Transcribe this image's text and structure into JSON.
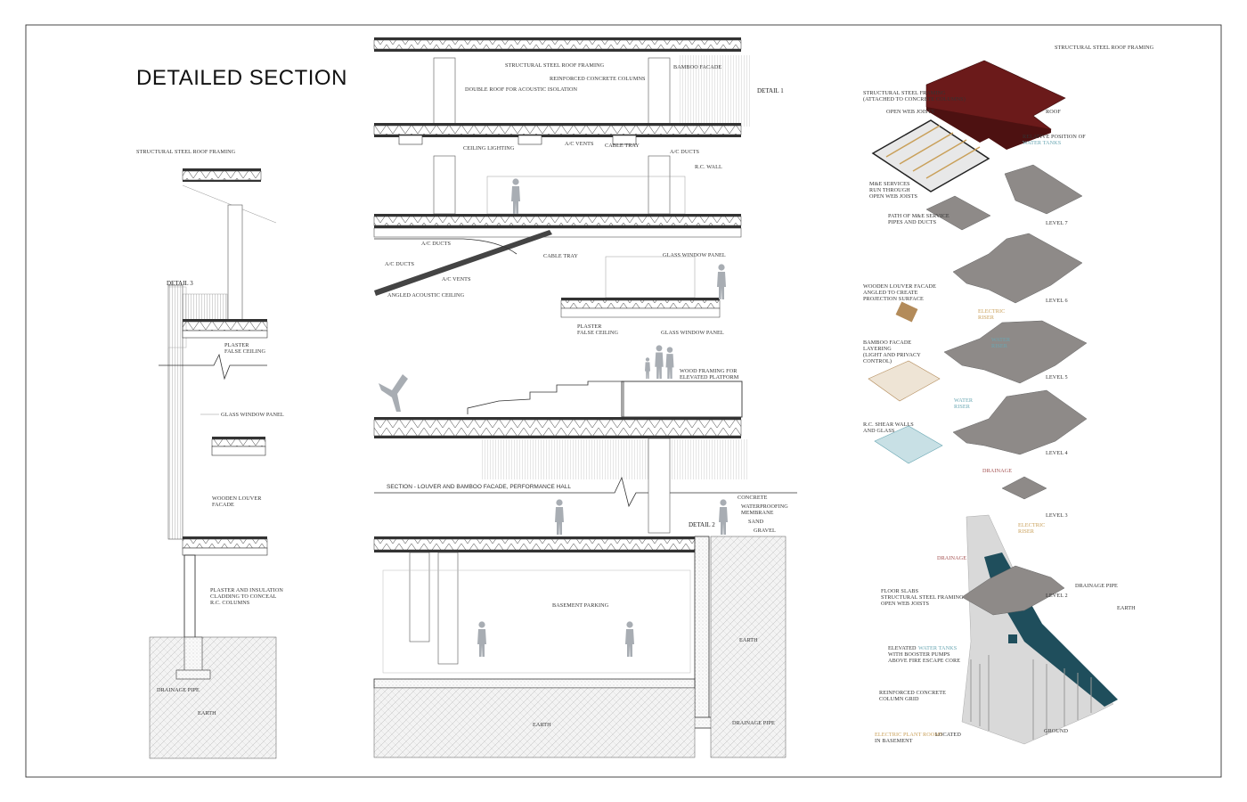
{
  "page": {
    "title": "DETAILED SECTION"
  },
  "colors": {
    "roof": "#6b1a1a",
    "water": "#6aa7b3",
    "electric": "#c9a05a",
    "drainage": "#a35050",
    "glass_dark": "#1f4e5c",
    "slab": "#8e8a88",
    "person": "#a8adb3",
    "earth_hatch": "#bfbfbf"
  },
  "left_section": {
    "roof_label": "STRUCTURAL STEEL ROOF FRAMING",
    "detail_label": "DETAIL 3",
    "plaster_label": "PLASTER\nFALSE CEILING",
    "glass_label": "GLASS WINDOW PANEL",
    "louver_label": "WOODEN LOUVER\nFACADE",
    "cladding_label": "PLASTER AND INSULATION\nCLADDING TO CONCEAL\nR.C. COLUMNS",
    "drain_label": "DRAINAGE PIPE",
    "earth_label": "EARTH"
  },
  "main_section": {
    "labels": {
      "roof_framing": "STRUCTURAL STEEL ROOF FRAMING",
      "rc_columns": "REINFORCED CONCRETE COLUMNS",
      "double_roof": "DOUBLE ROOF FOR ACOUSTIC ISOLATION",
      "bamboo": "BAMBOO FACADE",
      "detail1": "DETAIL 1",
      "ceiling_lighting": "CEILING LIGHTING",
      "ac_vents_1": "A/C VENTS",
      "cable_tray_1": "CABLE TRAY",
      "ac_ducts_1": "A/C DUCTS",
      "rc_wall": "R.C. WALL",
      "ac_ducts_2": "A/C DUCTS",
      "ac_ducts_3": "A/C DUCTS",
      "cable_tray_2": "CABLE TRAY",
      "ac_vents_2": "A/C VENTS",
      "angled_ceiling": "ANGLED ACOUSTIC CEILING",
      "glass_panel_1": "GLASS WINDOW PANEL",
      "plaster": "PLASTER\nFALSE CEILING",
      "glass_panel_2": "GLASS WINDOW PANEL",
      "wood_framing": "WOOD FRAMING FOR\nELEVATED PLATFORM",
      "section_title": "SECTION - LOUVER AND BAMBOO FACADE, PERFORMANCE HALL",
      "concrete": "CONCRETE",
      "waterproofing": "WATERPROOFING\nMEMBRANE",
      "sand": "SAND",
      "gravel": "GRAVEL",
      "detail2": "DETAIL 2",
      "basement": "BASEMENT PARKING",
      "earth1": "EARTH",
      "earth2": "EARTH",
      "drain": "DRAINAGE PIPE"
    }
  },
  "axon": {
    "roof_framing": "STRUCTURAL STEEL ROOF FRAMING",
    "roof": "ROOF",
    "steel_framing": "STRUCTURAL STEEL FRAMING\n(ATTACHED TO CONCRETE COLUMNS)",
    "open_web": "OPEN WEB JOISTS",
    "rel_position": "RELATIVE POSITION OF",
    "water_tanks": "WATER TANKS",
    "me_services": "M&E SERVICES\nRUN THROUGH\nOPEN WEB JOISTS",
    "path_me": "PATH OF M&E SERVICE\nPIPES AND DUCTS",
    "level7": "LEVEL 7",
    "wooden_louver": "WOODEN LOUVER FACADE\nANGLED TO CREATE\nPROJECTION SURFACE",
    "electric_riser_1": "ELECTRIC\nRISER",
    "level6": "LEVEL 6",
    "bamboo": "BAMBOO FACADE\nLAYERING\n(LIGHT AND PRIVACY\nCONTROL)",
    "water_riser_1": "WATER\nRISER",
    "level5": "LEVEL 5",
    "water_riser_2": "WATER\nRISER",
    "rc_shear": "R.C. SHEAR WALLS\nAND GLASS",
    "level4": "LEVEL 4",
    "drainage_1": "DRAINAGE",
    "level3": "LEVEL 3",
    "electric_riser_2": "ELECTRIC\nRISER",
    "drainage_2": "DRAINAGE",
    "drain_pipe": "DRAINAGE PIPE",
    "floor_slabs": "FLOOR SLABS\nSTRUCTURAL STEEL FRAMING\nOPEN WEB JOISTS",
    "level2": "LEVEL 2",
    "earth": "EARTH",
    "elevated_pre": "ELEVATED ",
    "elevated_tanks": "WATER TANKS",
    "elevated_post": "WITH BOOSTER PUMPS\nABOVE FIRE ESCAPE CORE",
    "rc_grid": "REINFORCED CONCRETE\nCOLUMN GRID",
    "electric_plant": "ELECTRIC PLANT ROOMS",
    "located": " LOCATED",
    "in_basement": "IN BASEMENT",
    "ground": "GROUND"
  }
}
